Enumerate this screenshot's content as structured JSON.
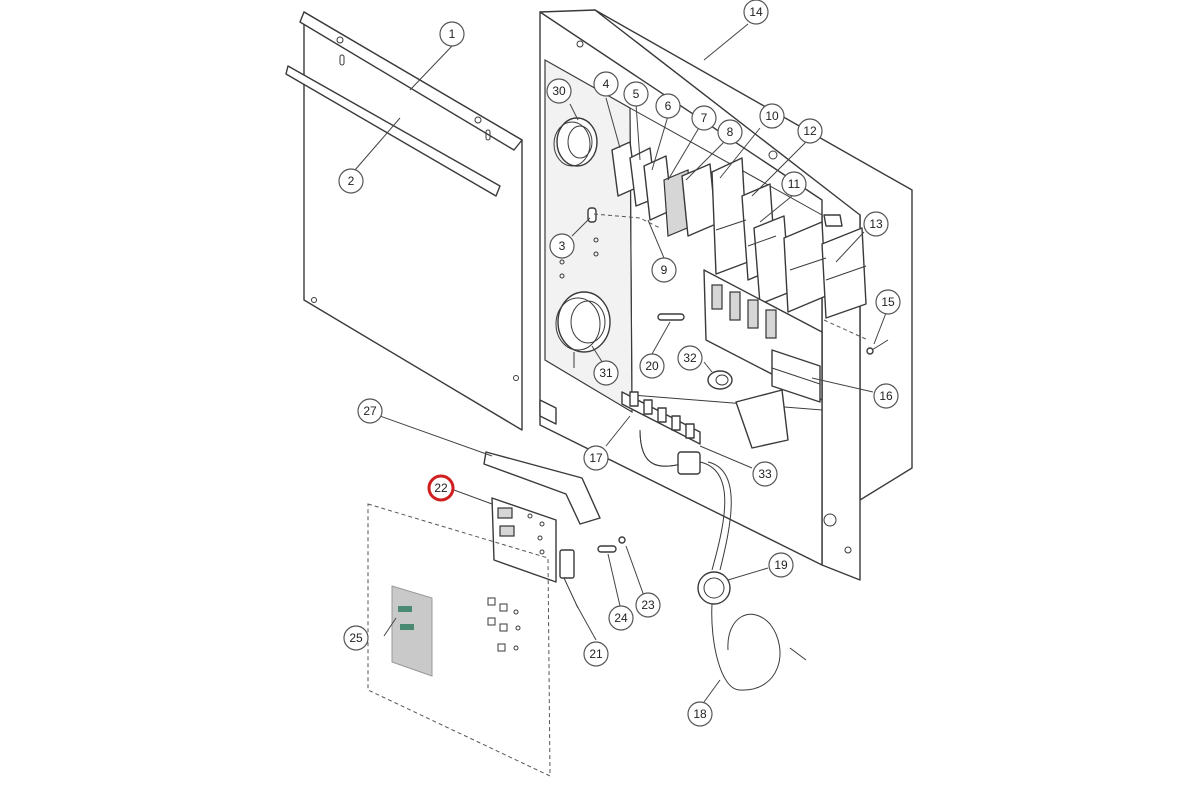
{
  "diagram": {
    "highlighted_part": "22",
    "highlight_color": "#d01f1f",
    "callouts": [
      {
        "id": "1",
        "label": "1"
      },
      {
        "id": "2",
        "label": "2"
      },
      {
        "id": "3",
        "label": "3"
      },
      {
        "id": "4",
        "label": "4"
      },
      {
        "id": "5",
        "label": "5"
      },
      {
        "id": "6",
        "label": "6"
      },
      {
        "id": "7",
        "label": "7"
      },
      {
        "id": "8",
        "label": "8"
      },
      {
        "id": "9",
        "label": "9"
      },
      {
        "id": "10",
        "label": "10"
      },
      {
        "id": "11",
        "label": "11"
      },
      {
        "id": "12",
        "label": "12"
      },
      {
        "id": "13",
        "label": "13"
      },
      {
        "id": "14",
        "label": "14"
      },
      {
        "id": "15",
        "label": "15"
      },
      {
        "id": "16",
        "label": "16"
      },
      {
        "id": "17",
        "label": "17"
      },
      {
        "id": "18",
        "label": "18"
      },
      {
        "id": "19",
        "label": "19"
      },
      {
        "id": "20",
        "label": "20"
      },
      {
        "id": "21",
        "label": "21"
      },
      {
        "id": "22",
        "label": "22"
      },
      {
        "id": "23",
        "label": "23"
      },
      {
        "id": "24",
        "label": "24"
      },
      {
        "id": "25",
        "label": "25"
      },
      {
        "id": "27",
        "label": "27"
      },
      {
        "id": "30",
        "label": "30"
      },
      {
        "id": "31",
        "label": "31"
      },
      {
        "id": "32",
        "label": "32"
      },
      {
        "id": "33",
        "label": "33"
      }
    ]
  }
}
